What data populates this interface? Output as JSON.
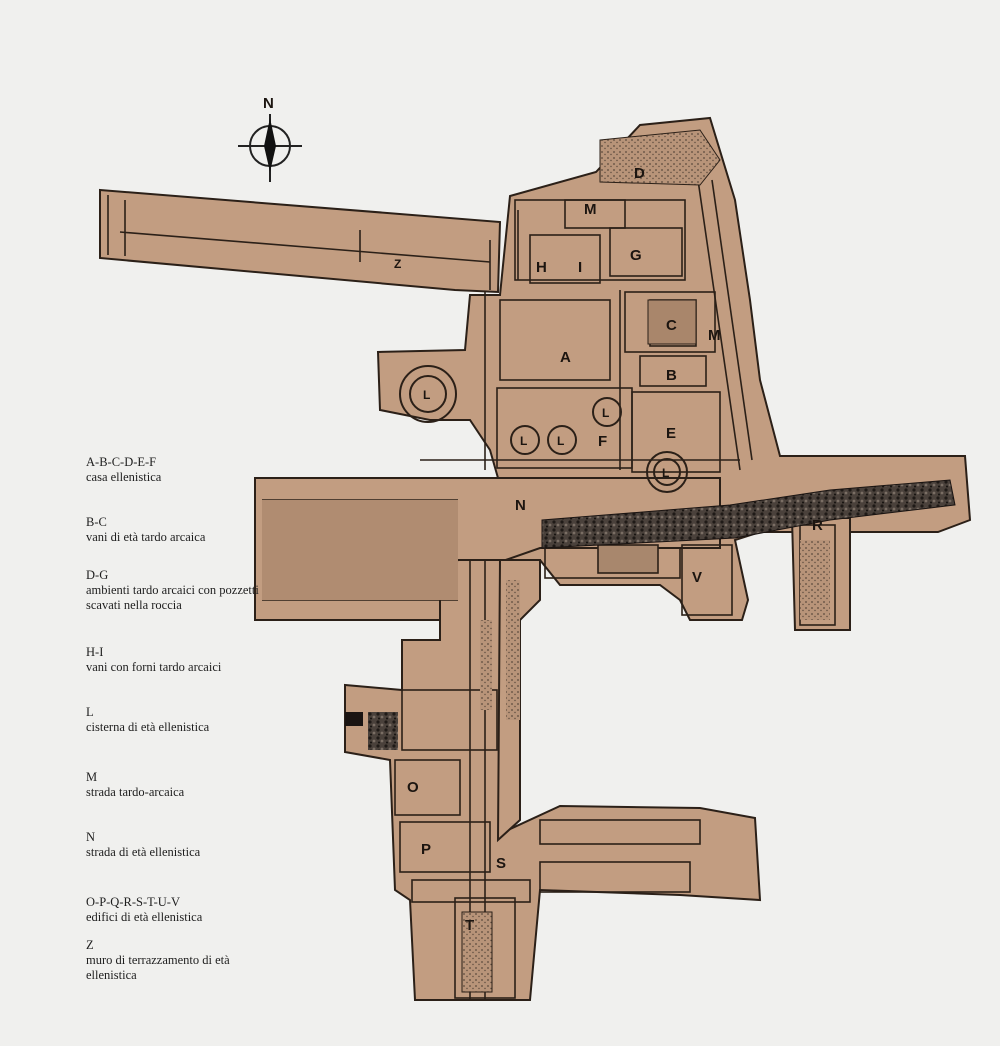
{
  "compass": {
    "north_label": "N"
  },
  "plan_labels": {
    "d": "D",
    "m_top": "M",
    "g": "G",
    "h": "H",
    "i": "I",
    "z": "Z",
    "a": "A",
    "c": "C",
    "m_right": "M",
    "b": "B",
    "l1": "L",
    "l2": "L",
    "l3": "L",
    "l4": "L",
    "l5": "L",
    "f": "F",
    "e": "E",
    "n": "N",
    "r": "R",
    "v": "V",
    "o": "O",
    "p": "P",
    "s": "S",
    "t": "T"
  },
  "legend": [
    {
      "code": "A-B-C-D-E-F",
      "desc": [
        "casa ellenistica"
      ]
    },
    {
      "code": "B-C",
      "desc": [
        "vani di età tardo arcaica"
      ]
    },
    {
      "code": "D-G",
      "desc": [
        "ambienti tardo arcaici con pozzetti",
        "scavati nella roccia"
      ]
    },
    {
      "code": "H-I",
      "desc": [
        "vani con forni tardo arcaici"
      ]
    },
    {
      "code": "L",
      "desc": [
        "cisterna di età ellenistica"
      ]
    },
    {
      "code": "M",
      "desc": [
        "strada tardo-arcaica"
      ]
    },
    {
      "code": "N",
      "desc": [
        "strada di età ellenistica"
      ]
    },
    {
      "code": "O-P-Q-R-S-T-U-V",
      "desc": [
        "edifici di età ellenistica"
      ]
    },
    {
      "code": "Z",
      "desc": [
        "muro di terrazzamento di età",
        "ellenistica"
      ]
    }
  ],
  "colors": {
    "plan_fill": "#c29d81",
    "plan_dark": "#9a7a62",
    "wall": "#2b2018",
    "rubble": "#3a3430",
    "background": "#f0f0ee"
  }
}
